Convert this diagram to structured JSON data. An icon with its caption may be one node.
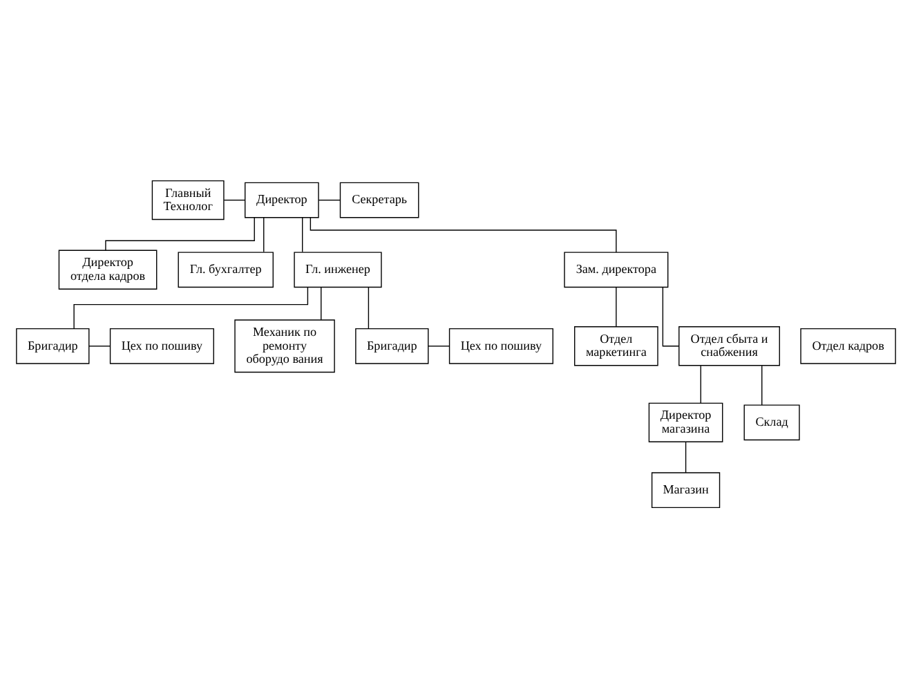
{
  "diagram": {
    "nodes": [
      {
        "text": [
          "Главный Технолог"
        ]
      },
      {
        "text": [
          "Директор"
        ]
      },
      {
        "text": [
          "Секретарь"
        ]
      },
      {
        "text": [
          "Директор отдела кадров"
        ]
      },
      {
        "text": [
          "Гл. бухгалтер"
        ]
      },
      {
        "text": [
          "Гл. инженер"
        ]
      },
      {
        "text": [
          "Зам. директора"
        ]
      },
      {
        "text": [
          "Отдел кадров"
        ]
      },
      {
        "text": [
          "Отдел маркетинга"
        ]
      },
      {
        "text": [
          "Отдел сбыта и снабжения"
        ]
      },
      {
        "text": [
          "Цех по пошиву"
        ]
      },
      {
        "text": [
          "Бригадир"
        ]
      },
      {
        "text": [
          "Механик по ремонту оборудо вания"
        ]
      },
      {
        "text": [
          "Директор магазина"
        ]
      },
      {
        "text": [
          "Цех по пошиву"
        ]
      },
      {
        "text": [
          "Бригадир"
        ]
      },
      {
        "text": [
          "Магазин"
        ]
      },
      {
        "text": [
          "Склад"
        ]
      }
    ],
    "edges": [
      {
        "from": 0,
        "to": 1,
        "arrow": "none"
      },
      {
        "from": 1,
        "to": 2,
        "arrow": "none"
      },
      {
        "from": 1,
        "to": 3,
        "arrow": "none"
      },
      {
        "from": 1,
        "to": 4,
        "arrow": "none"
      },
      {
        "from": 1,
        "to": 5,
        "arrow": "none"
      },
      {
        "from": 1,
        "to": 6,
        "arrow": "none"
      },
      {
        "from": 6,
        "to": 8,
        "arrow": "none"
      },
      {
        "from": 6,
        "to": 9,
        "arrow": "none"
      },
      {
        "from": 5,
        "to": 11,
        "arrow": "none"
      },
      {
        "from": 5,
        "to": 15,
        "arrow": "none"
      },
      {
        "from": 5,
        "to": 12,
        "arrow": "none"
      },
      {
        "from": 11,
        "to": 10,
        "arrow": "none"
      },
      {
        "from": 15,
        "to": 14,
        "arrow": "none"
      },
      {
        "from": 9,
        "to": 13,
        "arrow": "none"
      },
      {
        "from": 9,
        "to": 17,
        "arrow": "none"
      },
      {
        "from": 13,
        "to": 16,
        "arrow": "none"
      }
    ]
  }
}
